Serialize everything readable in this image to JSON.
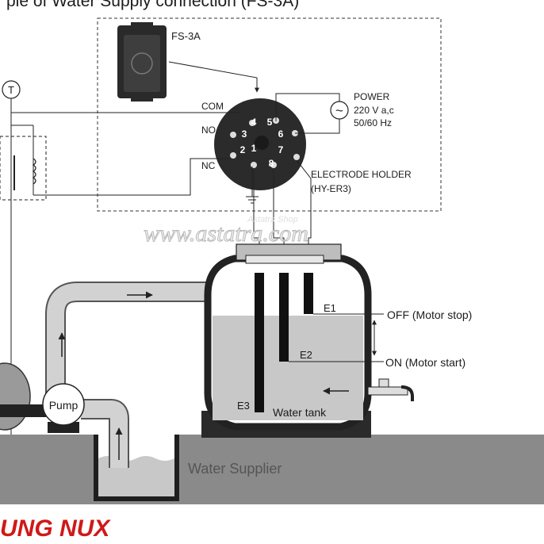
{
  "title": "ple of Water Supply connection (FS-3A)",
  "relay": {
    "model": "FS-3A",
    "pins": [
      "1",
      "2",
      "3",
      "4",
      "5",
      "6",
      "7",
      "8"
    ],
    "com_label": "COM",
    "no_label": "NO",
    "nc_label": "NC",
    "power_title": "POWER",
    "power_voltage": "220 V a,c",
    "power_freq": "50/60 Hz",
    "power_symbol": "~",
    "holder_label": "ELECTRODE HOLDER",
    "holder_model": "(HY-ER3)"
  },
  "transformer_label": "T",
  "watermark": {
    "small": "Astatra Shop",
    "large": "www.astatra.com"
  },
  "tank": {
    "label": "Water tank",
    "electrodes": [
      "E1",
      "E2",
      "E3"
    ],
    "off_label": "OFF (Motor stop)",
    "on_label": "ON (Motor start)"
  },
  "pump_label": "Pump",
  "supplier_label": "Water Supplier",
  "brand": "UNG NUX",
  "colors": {
    "ground": "#8a8a8a",
    "water": "#c8c8c8",
    "pipe": "#d2d2d2",
    "brand": "#d01818"
  }
}
